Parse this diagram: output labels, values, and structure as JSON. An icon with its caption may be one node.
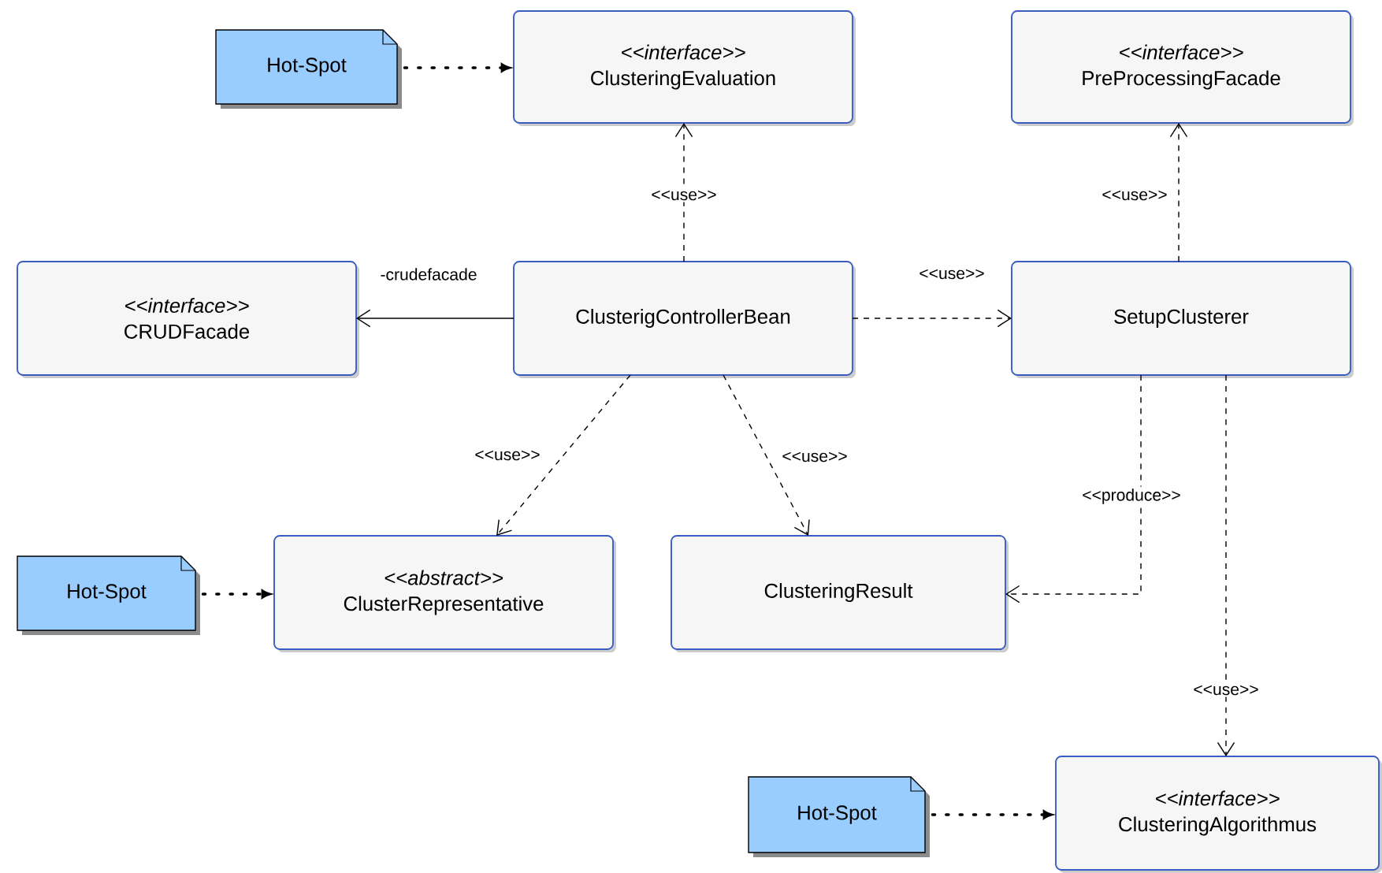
{
  "diagram": {
    "nodes": [
      {
        "text": [
          "Hot-Spot"
        ]
      },
      {
        "text": [
          "<<interface>>",
          "ClusteringEvaluation"
        ]
      },
      {
        "text": [
          "<<interface>>",
          "PreProcessingFacade"
        ]
      },
      {
        "text": [
          "<<interface>>",
          "CRUDFacade"
        ]
      },
      {
        "text": [
          "ClusterigControllerBean"
        ]
      },
      {
        "text": [
          "SetupClusterer"
        ]
      },
      {
        "text": [
          "Hot-Spot"
        ]
      },
      {
        "text": [
          "<<abstract>>",
          "ClusterRepresentative"
        ]
      },
      {
        "text": [
          "ClusteringResult"
        ]
      },
      {
        "text": [
          "Hot-Spot"
        ]
      },
      {
        "text": [
          "<<interface>>",
          "ClusteringAlgorithmus"
        ]
      }
    ],
    "edges": [
      {
        "from": 0,
        "to": 1,
        "arrow": "to",
        "style": "dashed"
      },
      {
        "from": 4,
        "to": 1,
        "arrow": "to",
        "style": "dashed",
        "label": "<<use>>"
      },
      {
        "from": 4,
        "to": 3,
        "arrow": "to",
        "label": "-crudefacade"
      },
      {
        "from": 4,
        "to": 5,
        "arrow": "to",
        "style": "dashed",
        "label": "<<use>>"
      },
      {
        "from": 5,
        "to": 2,
        "arrow": "to",
        "style": "dashed",
        "label": "<<use>>"
      },
      {
        "from": 4,
        "to": 7,
        "arrow": "to",
        "style": "dashed",
        "label": "<<use>>"
      },
      {
        "from": 4,
        "to": 8,
        "arrow": "to",
        "style": "dashed",
        "label": "<<use>>"
      },
      {
        "from": 5,
        "to": 8,
        "arrow": "to",
        "style": "dashed",
        "label": "<<produce>>"
      },
      {
        "from": 5,
        "to": 10,
        "arrow": "to",
        "style": "dashed",
        "label": "<<use>>"
      },
      {
        "from": 6,
        "to": 7,
        "arrow": "to",
        "style": "dashed"
      },
      {
        "from": 9,
        "to": 10,
        "arrow": "to",
        "style": "dashed"
      }
    ]
  }
}
